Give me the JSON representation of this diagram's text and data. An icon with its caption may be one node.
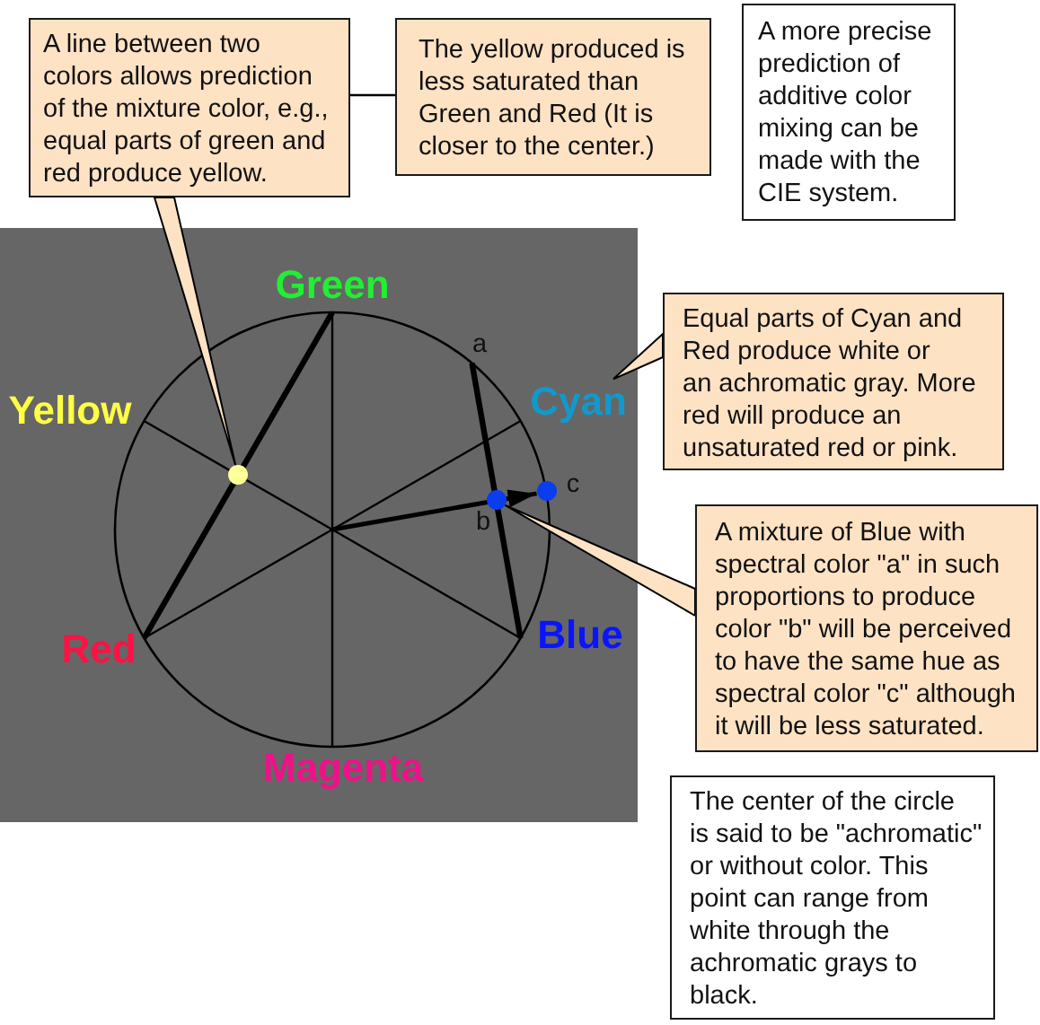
{
  "diagram": {
    "nodes": [
      {
        "text": [
          "A line between two colors allows prediction of the mixture color, e.g., equal parts of green and red produce yellow."
        ]
      },
      {
        "text": [
          "The yellow produced is less saturated than Green and Red (It is closer to the center.)"
        ]
      },
      {
        "text": [
          "A more precise prediction of additive color mixing can be made with the CIE system."
        ]
      },
      {
        "text": [
          "Equal parts of Cyan and Red produce white or an achromatic gray. More red will produce an unsaturated red or pink."
        ]
      },
      {
        "text": [
          "A mixture of Blue with spectral color \"a\" in such proportions to produce color \"b\" will be perceived to have the same hue as spectral color \"c\" although it will be less saturated."
        ]
      },
      {
        "text": [
          "The center of the circle is said to be \"achromatic\" or without color. This point can range from white through the achromatic grays to black."
        ]
      },
      {
        "text": [],
        "shape": "circle"
      },
      {
        "text": [
          "Cyan"
        ]
      },
      {
        "text": [],
        "shape": "circle",
        "beside": [
          "b"
        ]
      },
      {
        "text": [],
        "shape": "circle",
        "beside": [
          "c"
        ]
      }
    ],
    "edges": [
      {
        "from": 0,
        "to": 1,
        "arrow": "none"
      },
      {
        "from": 0,
        "to": 6,
        "arrow": "none"
      },
      {
        "from": 3,
        "to": 7,
        "arrow": "none"
      },
      {
        "from": 4,
        "to": 8,
        "arrow": "none"
      },
      {
        "from": null,
        "to": 9,
        "arrow": "to",
        "style": "thick"
      }
    ],
    "labels": [
      "Green",
      "a",
      "Yellow",
      "Red",
      "Blue",
      "Magenta"
    ]
  }
}
